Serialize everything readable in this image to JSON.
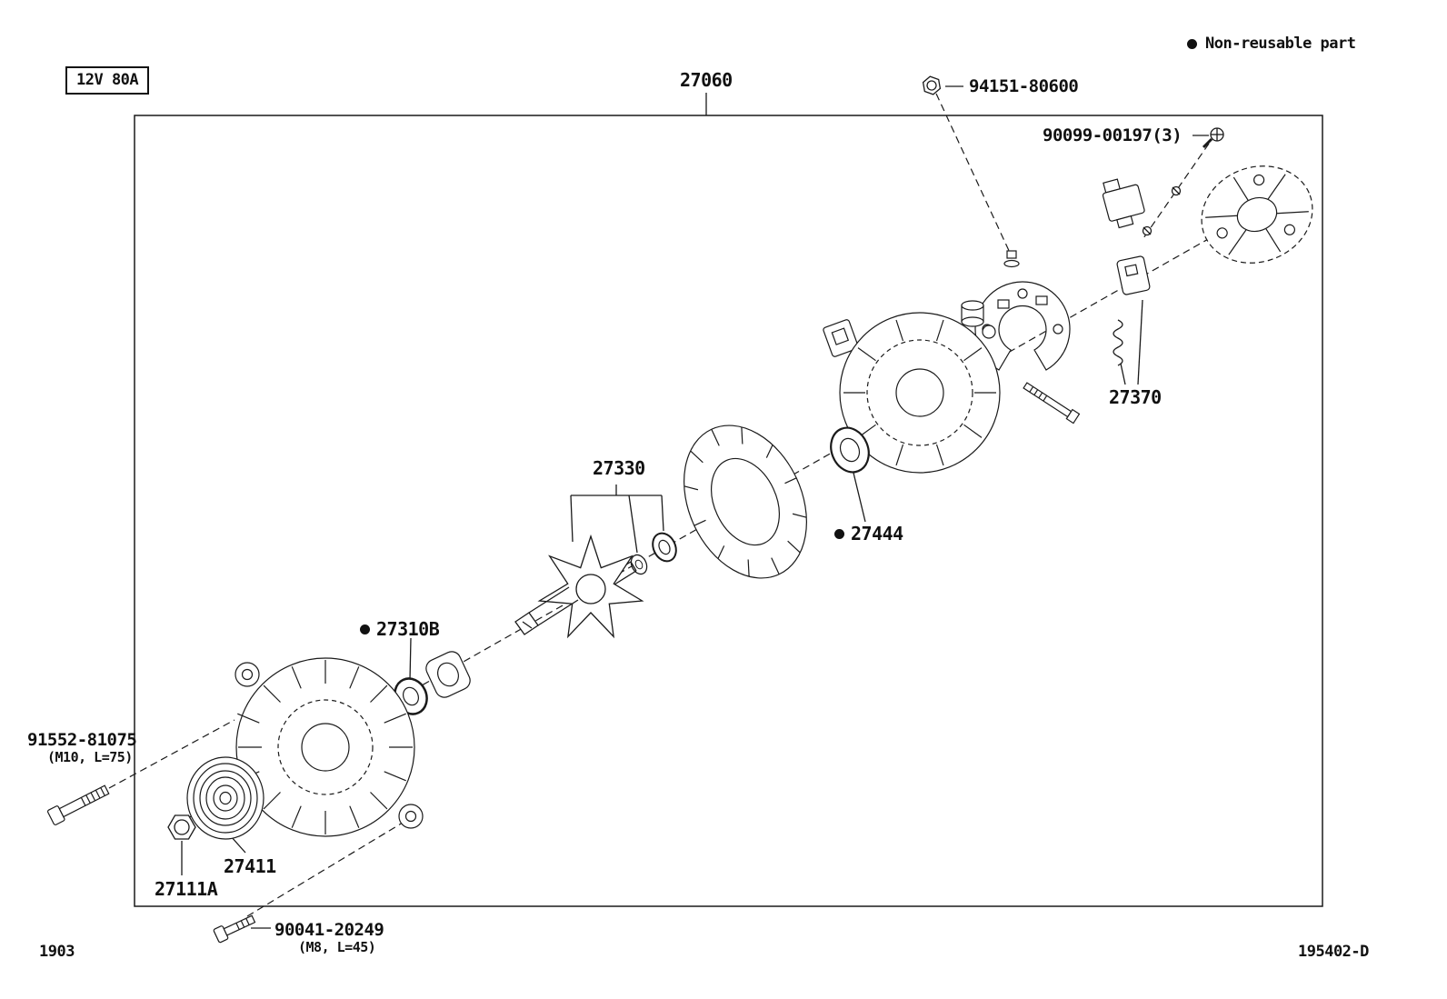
{
  "page": {
    "voltage_rating": "12V 80A",
    "legend_text": "Non-reusable part",
    "page_number": "1903",
    "figure_code": "195402-D"
  },
  "colors": {
    "ink": "#1a1a1a",
    "background": "#ffffff"
  },
  "parts": {
    "alternator_assembly": {
      "number": "27060"
    },
    "terminal_nut": {
      "number": "94151-80600"
    },
    "cover_screw": {
      "number": "90099-00197(3)"
    },
    "brush_holder_regulator": {
      "number": "27370"
    },
    "rotor": {
      "number": "27330"
    },
    "rear_bearing": {
      "number": "27444",
      "non_reusable": true
    },
    "front_bearing": {
      "number": "27310B",
      "non_reusable": true
    },
    "pulley": {
      "number": "27411"
    },
    "pulley_nut": {
      "number": "27111A"
    },
    "housing_bolt": {
      "number": "91552-81075",
      "spec": "(M10, L=75)"
    },
    "bracket_bolt": {
      "number": "90041-20249",
      "spec": "(M8, L=45)"
    }
  }
}
